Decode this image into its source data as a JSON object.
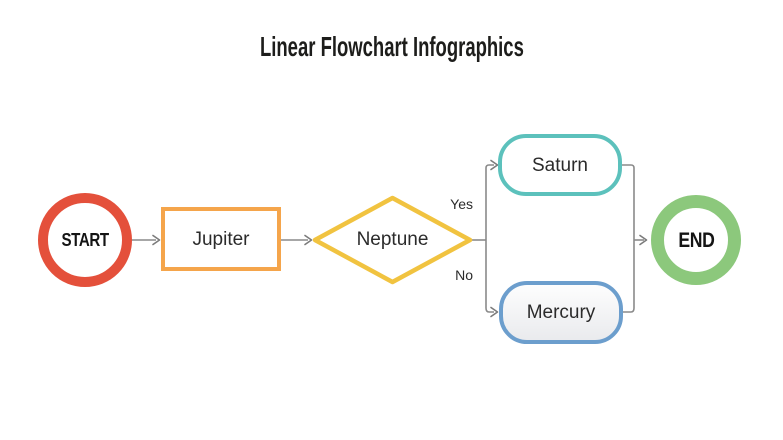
{
  "canvas": {
    "background": "#ffffff"
  },
  "title": {
    "text": "Linear Flowchart Infographics",
    "color": "#1d1d1b"
  },
  "flowchart": {
    "connector_color": "#8a8a8a",
    "arrow_color": "#7b7b7b",
    "edge_label_color": "#2b2b2b",
    "nodes": [
      {
        "id": "start",
        "label": "START",
        "shape": "circle",
        "border_color": "#e4503b",
        "fill": "#ffffff",
        "text_color": "#141414"
      },
      {
        "id": "jupiter",
        "label": "Jupiter",
        "shape": "rectangle",
        "border_color": "#f5a54b",
        "fill": "#ffffff",
        "text_color": "#2b2b2b"
      },
      {
        "id": "neptune",
        "label": "Neptune",
        "shape": "diamond",
        "border_color": "#f1c340",
        "fill": "#ffffff",
        "text_color": "#2b2b2b"
      },
      {
        "id": "saturn",
        "label": "Saturn",
        "shape": "rounded-rectangle",
        "border_color": "#5cc1bc",
        "fill": "#ffffff",
        "text_color": "#2b2b2b"
      },
      {
        "id": "mercury",
        "label": "Mercury",
        "shape": "rounded-rectangle",
        "border_color": "#6c9ecd",
        "fill": "#f3f3f4",
        "text_color": "#2b2b2b"
      },
      {
        "id": "end",
        "label": "END",
        "shape": "circle",
        "border_color": "#8cc87c",
        "fill": "#ffffff",
        "text_color": "#141414"
      }
    ],
    "edges": [
      {
        "from": "start",
        "to": "jupiter",
        "label": ""
      },
      {
        "from": "jupiter",
        "to": "neptune",
        "label": ""
      },
      {
        "from": "neptune",
        "to": "saturn",
        "label": "Yes"
      },
      {
        "from": "neptune",
        "to": "mercury",
        "label": "No"
      },
      {
        "from": "saturn",
        "to": "end",
        "label": ""
      },
      {
        "from": "mercury",
        "to": "end",
        "label": ""
      }
    ]
  }
}
